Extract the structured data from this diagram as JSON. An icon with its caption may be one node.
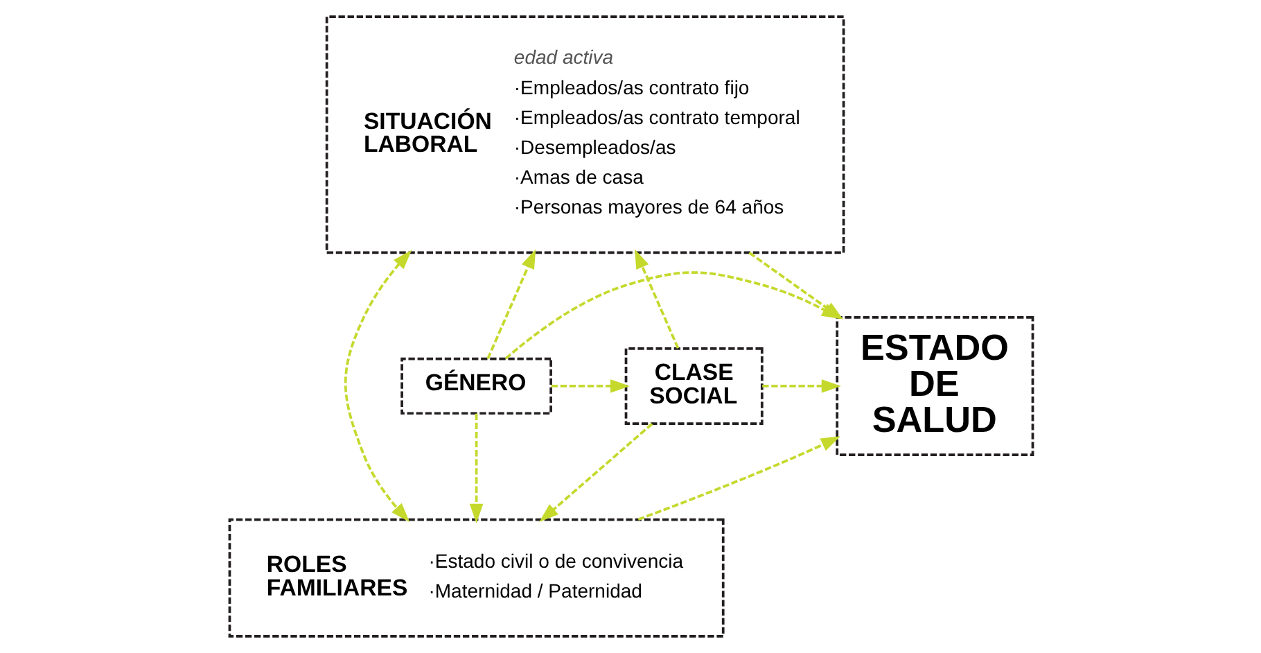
{
  "diagram": {
    "nodes": [
      {
        "text": [
          "SITUACIÓN LABORAL",
          "edad activa",
          "·Empleados/as contrato fijo",
          "·Empleados/as contrato temporal",
          "·Desempleados/as",
          "·Amas de casa",
          "·Personas mayores de 64 años"
        ]
      },
      {
        "text": [
          "CLASE SOCIAL"
        ]
      },
      {
        "text": [
          "GÉNERO"
        ]
      },
      {
        "text": [
          "ESTADO DE SALUD"
        ]
      },
      {
        "text": [
          "ROLES FAMILIARES",
          "·Estado civil o de convivencia",
          "·Maternidad / Paternidad"
        ]
      }
    ],
    "edges": [
      {
        "from": 0,
        "to": 3,
        "arrow": "to"
      },
      {
        "from": 1,
        "to": 0,
        "arrow": "to"
      },
      {
        "from": 2,
        "to": 0,
        "arrow": "to"
      },
      {
        "from": 2,
        "to": 1,
        "arrow": "to"
      },
      {
        "from": 2,
        "to": 3,
        "arrow": "to"
      },
      {
        "from": 1,
        "to": 3,
        "arrow": "to"
      },
      {
        "from": 1,
        "to": 4,
        "arrow": "to"
      },
      {
        "from": 2,
        "to": 4,
        "arrow": "to"
      },
      {
        "from": 4,
        "to": 3,
        "arrow": "to"
      },
      {
        "from": 0,
        "to": 4,
        "arrow": "both"
      }
    ]
  }
}
